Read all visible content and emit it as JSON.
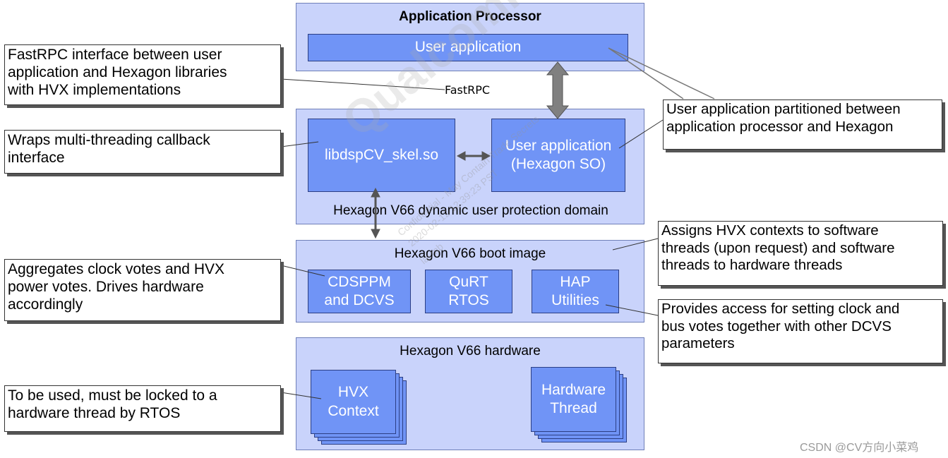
{
  "app_processor": {
    "title": "Application Processor",
    "user_app": "User application"
  },
  "fastrpc_label": "FastRPC",
  "user_pd": {
    "caption": "Hexagon V66 dynamic user protection domain",
    "skel": "libdspCV_skel.so",
    "user_app_line1": "User application",
    "user_app_line2": "(Hexagon SO)"
  },
  "boot_image": {
    "title": "Hexagon V66 boot image",
    "cdsppm_line1": "CDSPPM",
    "cdsppm_line2": "and DCVS",
    "qurt_line1": "QuRT",
    "qurt_line2": "RTOS",
    "hap_line1": "HAP",
    "hap_line2": "Utilities"
  },
  "hardware": {
    "title": "Hexagon V66 hardware",
    "hvx_line1": "HVX",
    "hvx_line2": "Context",
    "hwthread_line1": "Hardware",
    "hwthread_line2": "Thread"
  },
  "callouts": {
    "fastrpc": [
      "FastRPC interface between user",
      "application and Hexagon libraries",
      "with HVX implementations"
    ],
    "wraps": [
      "Wraps multi-threading callback",
      "interface"
    ],
    "aggregates": [
      "Aggregates clock votes and HVX",
      "power votes. Drives hardware",
      "accordingly"
    ],
    "locked": [
      "To be used, must be locked to a",
      "hardware thread by RTOS"
    ],
    "partitioned": [
      "User application partitioned between",
      "application processor and Hexagon"
    ],
    "assigns": [
      "Assigns HVX contexts to software",
      "threads (upon request) and software",
      "threads to hardware threads"
    ],
    "provides": [
      "Provides access for setting clock and",
      "bus votes together with other DCVS",
      "parameters"
    ]
  },
  "watermark": {
    "logo": "Qualcomm",
    "confidential": [
      "Confidential - May Contain Trade Secrets",
      "2020-02-12 12:39:23 PST",
      "lai.mb"
    ],
    "credit": "CSDN @CV方向小菜鸡"
  },
  "colors": {
    "region_fill": "#c9d3fb",
    "box_fill": "#7094f6",
    "arrow": "#808080"
  }
}
